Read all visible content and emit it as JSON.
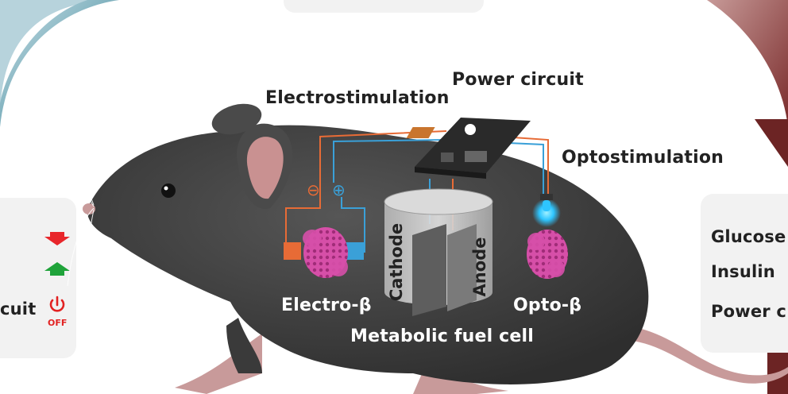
{
  "labels": {
    "power_circuit": "Power circuit",
    "electrostimulation": "Electrostimulation",
    "optostimulation": "Optostimulation",
    "electro_beta": "Electro-β",
    "opto_beta": "Opto-β",
    "metabolic_fuel_cell": "Metabolic fuel cell",
    "cathode": "Cathode",
    "anode": "Anode",
    "minus_symbol": "⊖",
    "plus_symbol": "⊕"
  },
  "left_panel": {
    "partial_text": "cuit",
    "off_label": "OFF"
  },
  "right_panel": {
    "items": [
      "Glucose",
      "Insulin",
      "Power c"
    ]
  },
  "colors": {
    "red_arrow": "#e8262b",
    "green_arrow": "#1fa33a",
    "power_icon": "#e22222",
    "negative_wire": "#e76b36",
    "positive_wire": "#3aa0d8",
    "cell_tissue": "#d64fa8",
    "led_blue": "#2ec5ff",
    "mouse_body": "#3e3e3e"
  },
  "icons": [
    "red-down-arrow-icon",
    "green-up-arrow-icon",
    "power-icon",
    "mouse-illustration"
  ]
}
